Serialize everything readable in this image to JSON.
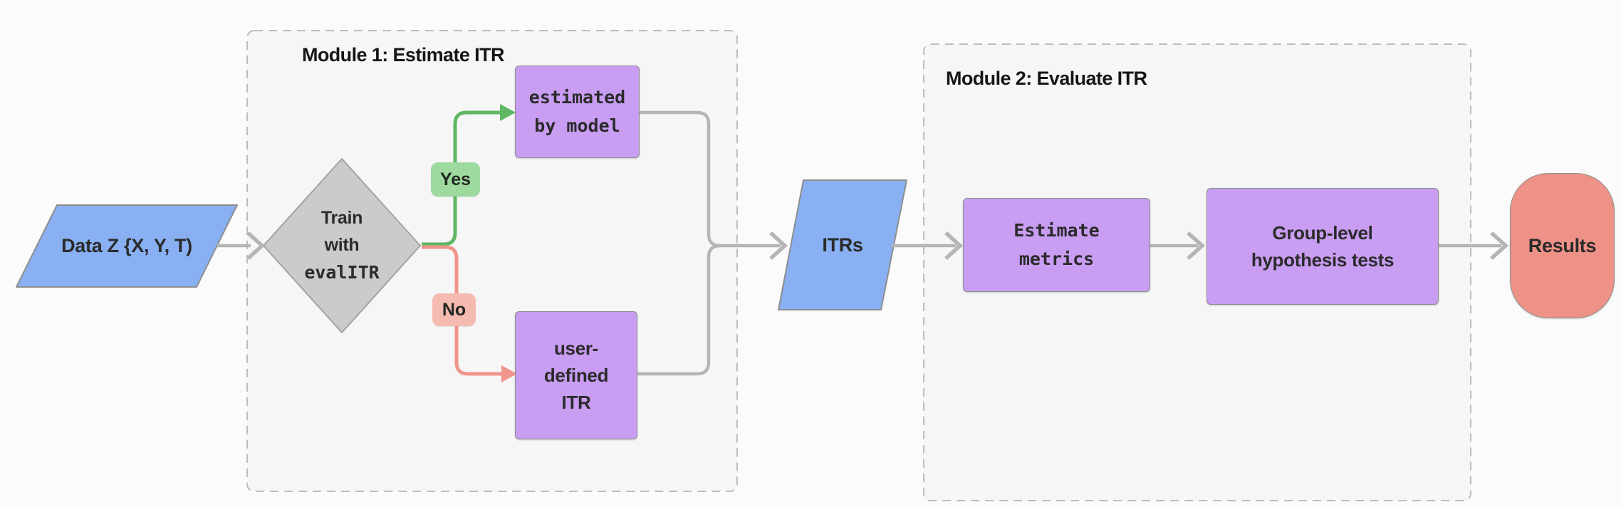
{
  "colors": {
    "canvas": "#FBFBFB",
    "module_bg": "#F6F6F6",
    "module_border": "#BDBDBD",
    "node_purple": "#C89DF2",
    "node_blue": "#88B0F2",
    "node_gray": "#CBCBCB",
    "node_red": "#EE9186",
    "node_stroke": "#8E8E8E",
    "yes_bg": "#9ED9A0",
    "no_bg": "#F5BBB1",
    "edge_gray": "#B5B5B5",
    "edge_green": "#5EB763",
    "edge_salmon": "#F0958B",
    "text": "#2B2B2B",
    "title": "#161616"
  },
  "modules": {
    "module1": {
      "title": "Module 1: Estimate ITR"
    },
    "module2": {
      "title": "Module 2: Evaluate ITR"
    }
  },
  "nodes": {
    "data_z": {
      "label": "Data Z {X, Y, T)"
    },
    "decision": {
      "lines": [
        "Train",
        "with",
        "evalITR"
      ]
    },
    "estimated_by_model": {
      "lines": [
        "estimated",
        "by model"
      ]
    },
    "user_defined_itr": {
      "lines": [
        "user-",
        "defined",
        "ITR"
      ]
    },
    "itrs": {
      "label": "ITRs"
    },
    "estimate_metrics": {
      "lines": [
        "Estimate",
        "metrics"
      ]
    },
    "group_level_tests": {
      "lines": [
        "Group-level",
        "hypothesis tests"
      ]
    },
    "results": {
      "label": "Results"
    }
  },
  "edges": {
    "yes_label": "Yes",
    "no_label": "No"
  }
}
